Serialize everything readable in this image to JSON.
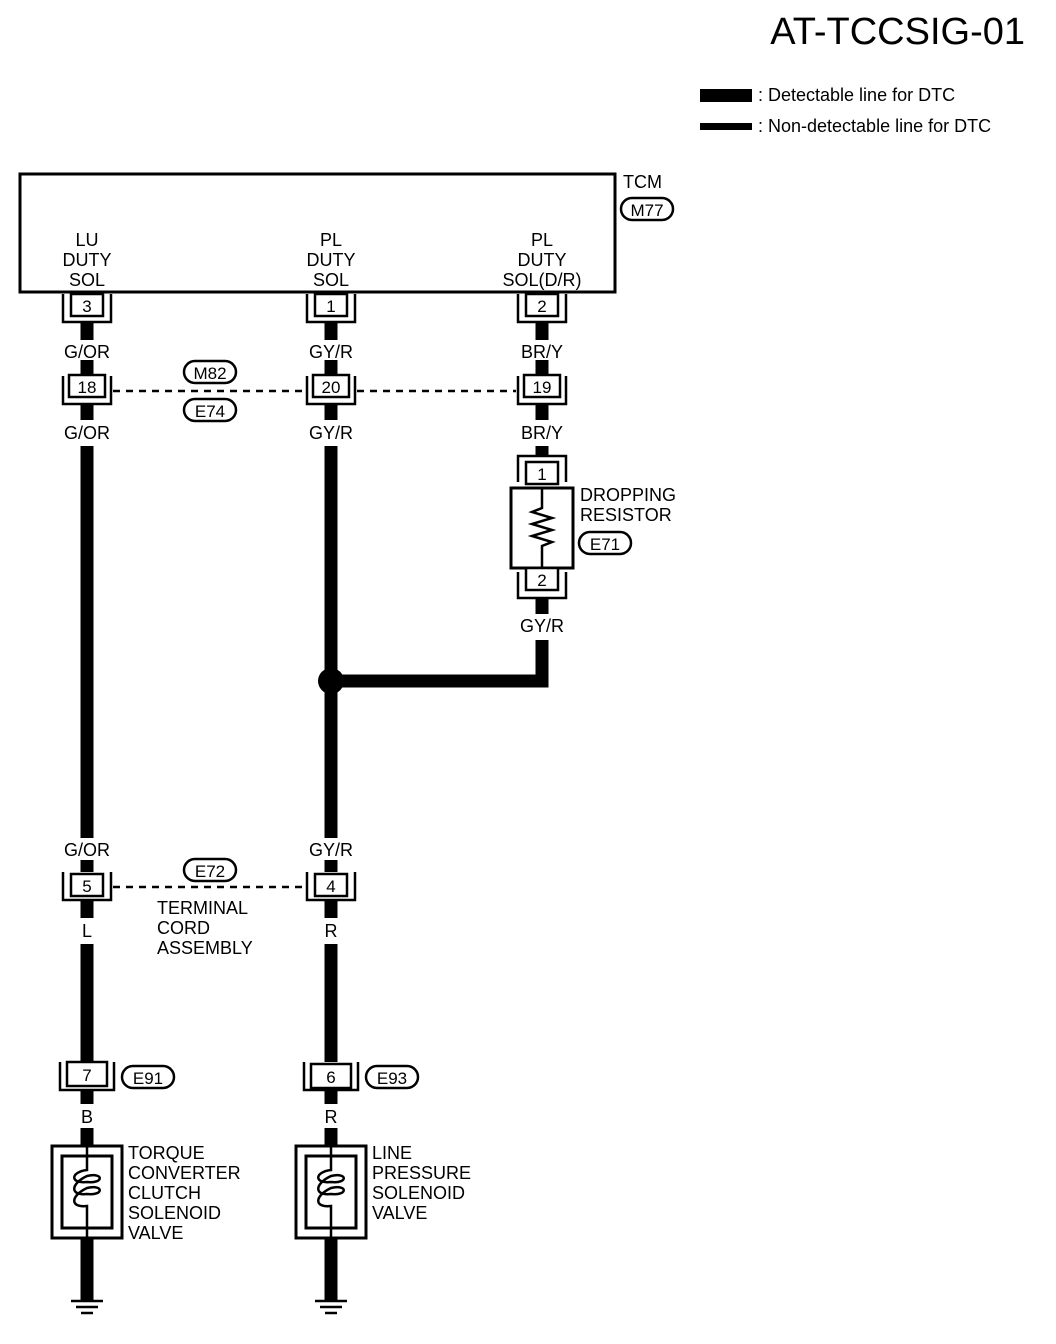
{
  "title": "AT-TCCSIG-01",
  "legend": {
    "detectable": ": Detectable line for DTC",
    "non_detectable": ": Non-detectable line for DTC"
  },
  "tcm": {
    "label": "TCM",
    "connector": "M77",
    "terminals": [
      {
        "lines": [
          "LU",
          "DUTY",
          "SOL"
        ],
        "pin": "3",
        "wire": "G/OR"
      },
      {
        "lines": [
          "PL",
          "DUTY",
          "SOL"
        ],
        "pin": "1",
        "wire": "GY/R"
      },
      {
        "lines": [
          "PL",
          "DUTY",
          "SOL(D/R)"
        ],
        "pin": "2",
        "wire": "BR/Y"
      }
    ]
  },
  "connector_m82_e74": {
    "top_label": "M82",
    "bottom_label": "E74",
    "pins": [
      "18",
      "20",
      "19"
    ],
    "wires_below": [
      "G/OR",
      "GY/R",
      "BR/Y"
    ]
  },
  "dropping_resistor": {
    "name_lines": [
      "DROPPING",
      "RESISTOR"
    ],
    "connector": "E71",
    "pin_top": "1",
    "pin_bottom": "2",
    "wire_out": "GY/R"
  },
  "connector_e72": {
    "label": "E72",
    "pins": [
      "5",
      "4"
    ],
    "wires_above": [
      "G/OR",
      "GY/R"
    ],
    "wires_below": [
      "L",
      "R"
    ],
    "name_lines": [
      "TERMINAL",
      "CORD",
      "ASSEMBLY"
    ]
  },
  "tcc_solenoid": {
    "connector": "E91",
    "pin": "7",
    "wire": "B",
    "name_lines": [
      "TORQUE",
      "CONVERTER",
      "CLUTCH",
      "SOLENOID",
      "VALVE"
    ]
  },
  "line_pressure_solenoid": {
    "connector": "E93",
    "pin": "6",
    "wire": "R",
    "name_lines": [
      "LINE",
      "PRESSURE",
      "SOLENOID",
      "VALVE"
    ]
  }
}
